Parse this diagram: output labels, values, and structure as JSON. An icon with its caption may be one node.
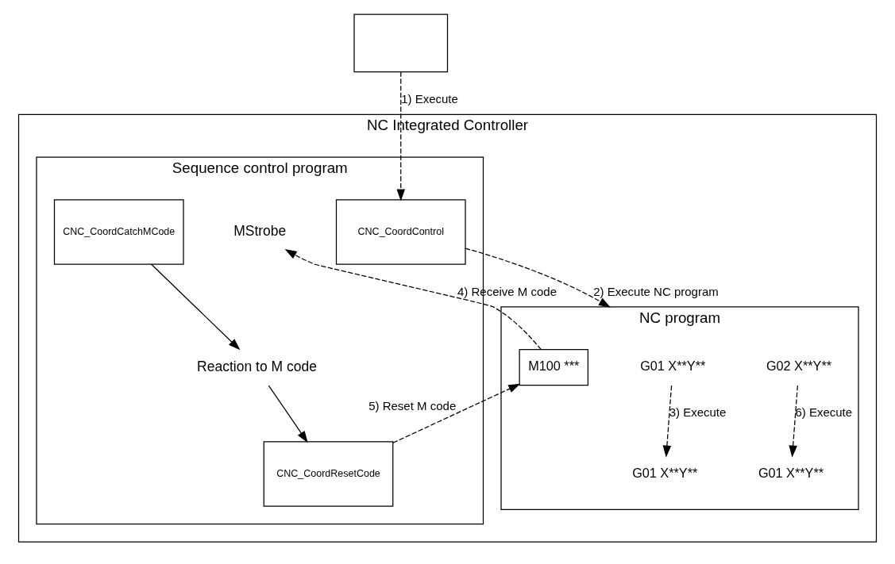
{
  "diagram": {
    "nodes": [
      {
        "text": [],
        "shape": "box"
      },
      {
        "text": [
          "NC Integrated Controller"
        ]
      },
      {
        "text": [
          "Sequence control program"
        ],
        "in": 1
      },
      {
        "text": [
          "CNC_CoordControl"
        ],
        "in": 2
      },
      {
        "text": [
          "CNC_CoordCatchMCode"
        ],
        "in": 2
      },
      {
        "text": [
          "MStrobe"
        ],
        "in": 2
      },
      {
        "text": [
          "Reaction to M code"
        ],
        "in": 2
      },
      {
        "text": [
          "CNC_CoordResetCode"
        ],
        "in": 2
      },
      {
        "text": [
          "NC program"
        ],
        "in": 1
      },
      {
        "text": [
          "G01 X**Y**"
        ],
        "in": 8
      },
      {
        "text": [
          "G01 X**Y**"
        ],
        "in": 8
      },
      {
        "text": [
          "M100 ***"
        ],
        "in": 8
      },
      {
        "text": [
          "G02 X**Y**"
        ],
        "in": 8
      },
      {
        "text": [
          "G01 X**Y**"
        ],
        "in": 8
      }
    ],
    "edges": [
      {
        "from": 0,
        "to": 3,
        "arrow": "to",
        "style": "dashed",
        "label": "1) Execute"
      },
      {
        "from": 3,
        "to": 8,
        "arrow": "to",
        "style": "dashed",
        "label": "2) Execute NC program"
      },
      {
        "from": 9,
        "to": 10,
        "arrow": "to",
        "style": "dashed",
        "label": "3) Execute"
      },
      {
        "from": 11,
        "to": 5,
        "arrow": "to",
        "style": "dashed",
        "label": "4) Receive M code"
      },
      {
        "from": 4,
        "to": 6,
        "arrow": "to"
      },
      {
        "from": 6,
        "to": 7,
        "arrow": "to"
      },
      {
        "from": 7,
        "to": 11,
        "arrow": "to",
        "style": "dashed",
        "label": "5) Reset M code"
      },
      {
        "from": 12,
        "to": 13,
        "arrow": "to",
        "style": "dashed",
        "label": "6) Execute"
      }
    ]
  }
}
